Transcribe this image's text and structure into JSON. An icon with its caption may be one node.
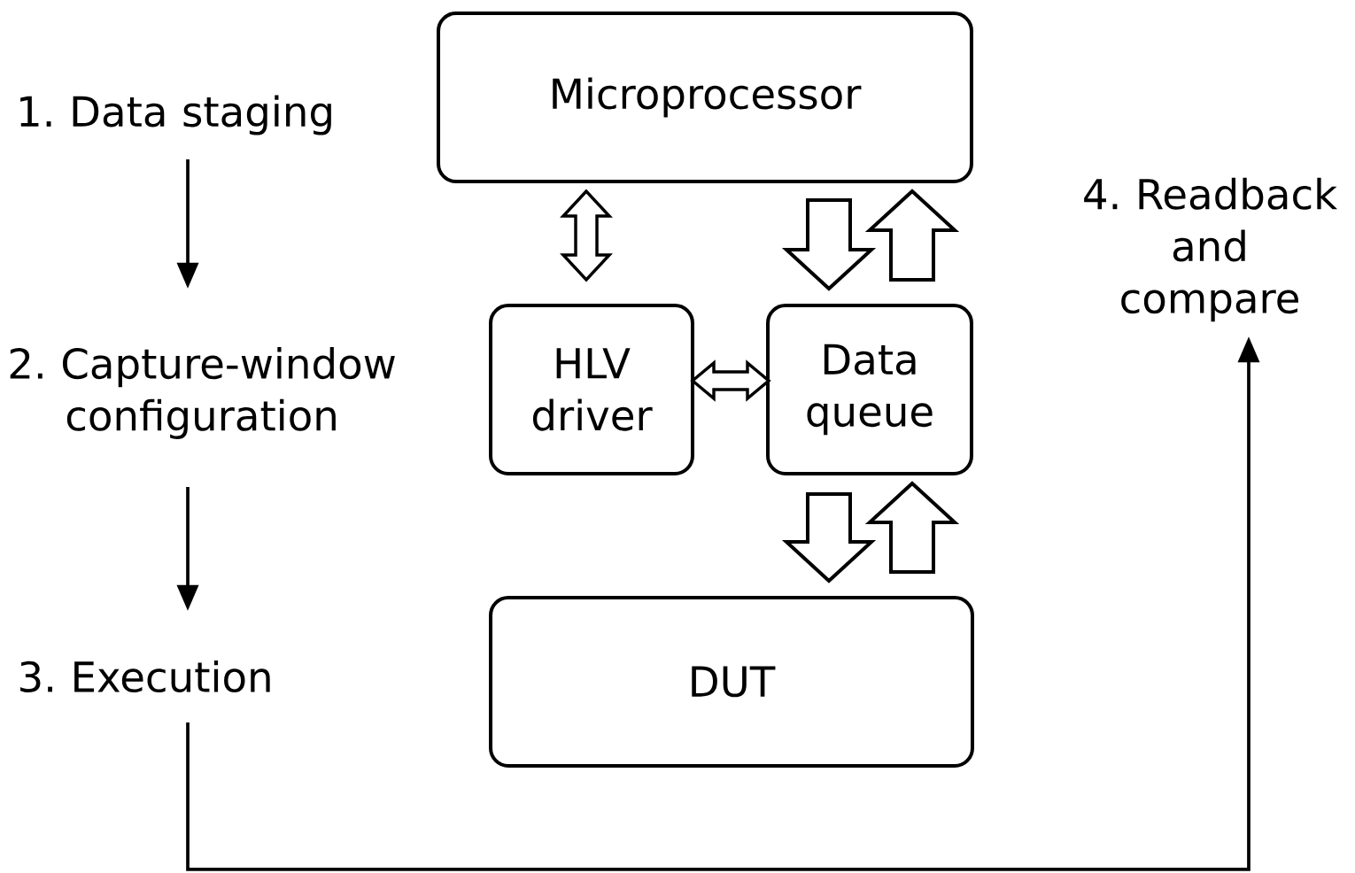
{
  "diagram": {
    "nodes": [
      {
        "text": [
          "1. Data staging"
        ]
      },
      {
        "text": [
          "2. Capture-window configuration"
        ]
      },
      {
        "text": [
          "3. Execution"
        ]
      },
      {
        "text": [
          "4. Readback and compare"
        ]
      },
      {
        "text": [
          "Microprocessor"
        ]
      },
      {
        "text": [
          "HLV driver"
        ]
      },
      {
        "text": [
          "Data queue"
        ]
      },
      {
        "text": [
          "DUT"
        ]
      }
    ],
    "edges": [
      {
        "from": 0,
        "to": 1,
        "arrow": "to"
      },
      {
        "from": 1,
        "to": 2,
        "arrow": "to"
      },
      {
        "from": 2,
        "to": 3,
        "arrow": "to"
      },
      {
        "from": 4,
        "to": 5,
        "arrow": "both",
        "style": "thick"
      },
      {
        "from": 5,
        "to": 6,
        "arrow": "both",
        "style": "thick"
      },
      {
        "from": 4,
        "to": 6,
        "arrow": "to",
        "style": "thick"
      },
      {
        "from": 6,
        "to": 4,
        "arrow": "to",
        "style": "thick"
      },
      {
        "from": 6,
        "to": 7,
        "arrow": "to",
        "style": "thick"
      },
      {
        "from": 7,
        "to": 6,
        "arrow": "to",
        "style": "thick"
      }
    ]
  }
}
